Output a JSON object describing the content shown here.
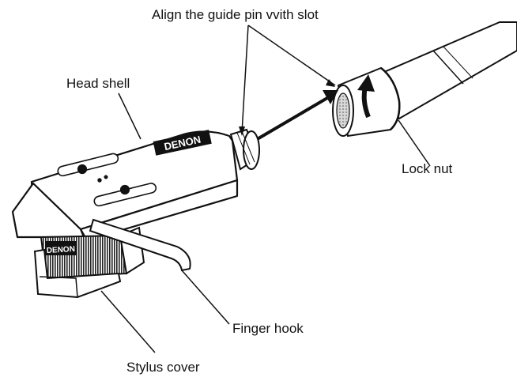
{
  "labels": {
    "guide_pin": "Align the guide pin vvith slot",
    "head_shell": "Head shell",
    "lock_nut": "Lock nut",
    "finger_hook": "Finger hook",
    "stylus_cover": "Stylus cover"
  },
  "brand": {
    "headshell_logo": "DENON",
    "cartridge_logo": "DENON"
  },
  "colors": {
    "ink": "#111111",
    "paper": "#ffffff",
    "shade": "#8a8a8a"
  }
}
